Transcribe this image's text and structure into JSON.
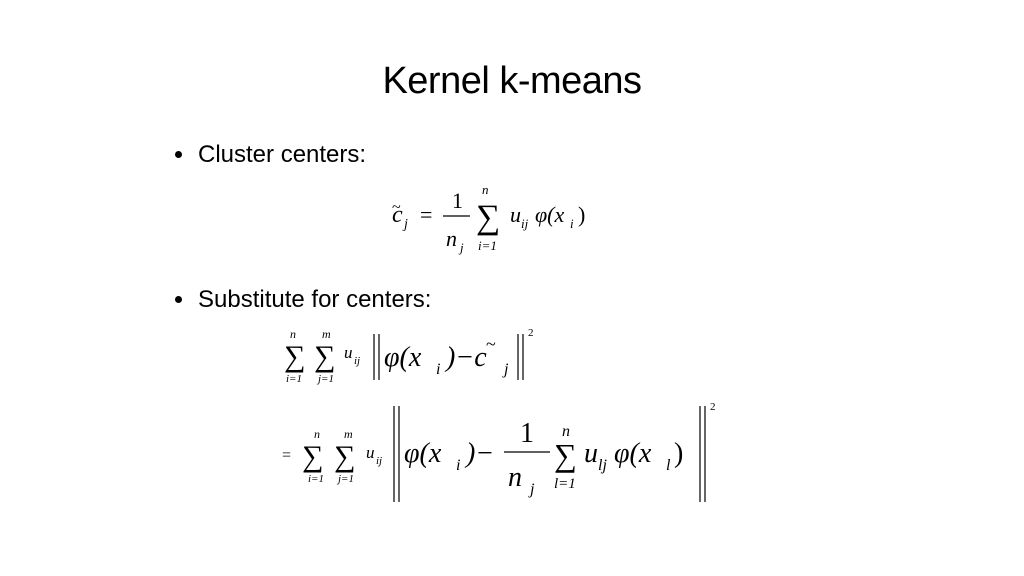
{
  "slide": {
    "title": "Kernel k-means"
  },
  "bullets": [
    {
      "label": "Cluster centers:"
    },
    {
      "label": "Substitute for centers:"
    }
  ],
  "equations": {
    "center": {
      "lhs_symbol": "c",
      "lhs_sub": "j",
      "equals": "=",
      "frac_num": "1",
      "frac_den": "n",
      "frac_den_sub": "j",
      "sum_top": "n",
      "sum_bottom": "i=1",
      "term_u": "u",
      "term_u_sub": "ij",
      "term_phi": "φ(x",
      "term_phi_sub": "i",
      "close": ")"
    },
    "objective": {
      "sum1_top": "n",
      "sum1_bottom": "i=1",
      "sum2_top": "m",
      "sum2_bottom": "j=1",
      "u": "u",
      "u_sub": "ij",
      "phi": "φ(x",
      "phi_sub": "i",
      "minus_c": ")−c",
      "c_sub": "j",
      "power": "2"
    },
    "expanded": {
      "equals": "=",
      "sum1_top": "n",
      "sum1_bottom": "i=1",
      "sum2_top": "m",
      "sum2_bottom": "j=1",
      "u": "u",
      "u_sub": "ij",
      "phi": "φ(x",
      "phi_sub": "i",
      "minus": ")−",
      "frac_num": "1",
      "frac_den": "n",
      "frac_den_sub": "j",
      "sum3_top": "n",
      "sum3_bottom": "l=1",
      "u2": "u",
      "u2_sub": "lj",
      "phi2": "φ(x",
      "phi2_sub": "l",
      "close": ")",
      "power": "2"
    }
  }
}
